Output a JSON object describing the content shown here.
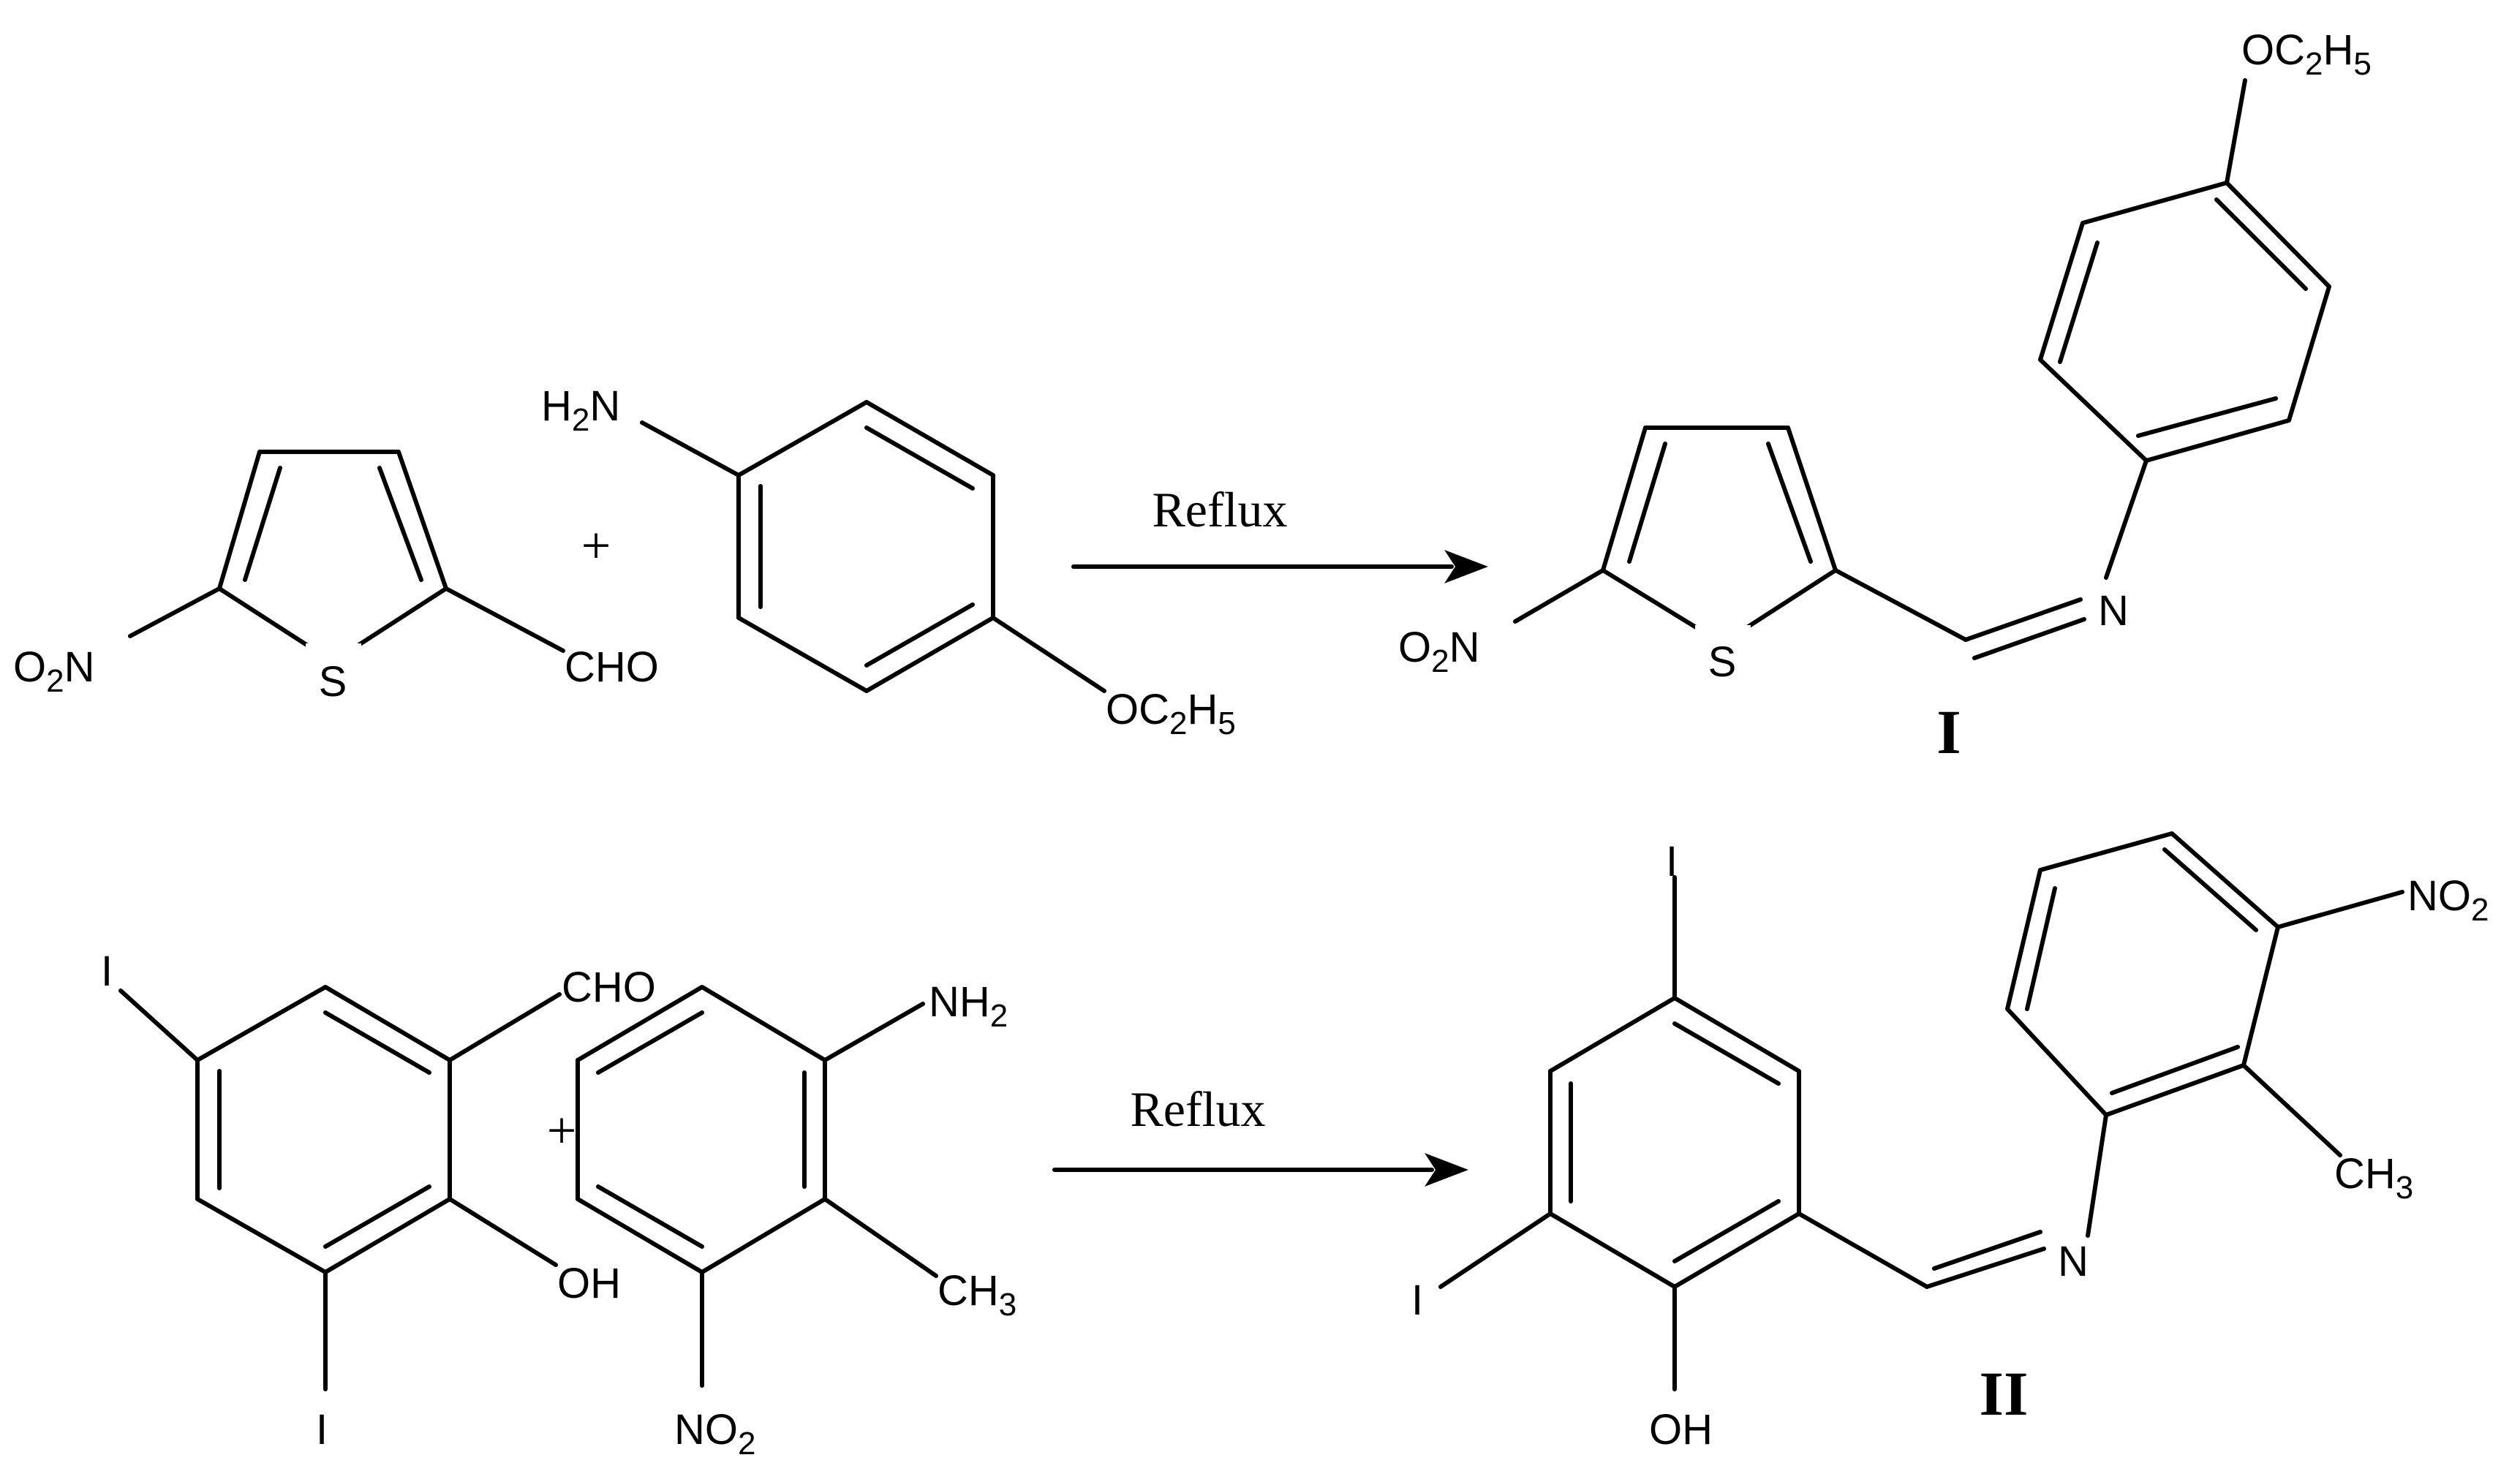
{
  "plus": "+",
  "reaction1": {
    "condition": "Reflux",
    "product_label": "I",
    "r1": {
      "nitro": [
        "O",
        "2",
        "N"
      ],
      "s": "S",
      "cho": "CHO"
    },
    "r2": {
      "amine": [
        "H",
        "2",
        "N"
      ],
      "ether": [
        "OC",
        "2",
        "H",
        "5"
      ]
    },
    "p": {
      "nitro": [
        "O",
        "2",
        "N"
      ],
      "s": "S",
      "n": "N",
      "ether": [
        "OC",
        "2",
        "H",
        "5"
      ]
    }
  },
  "reaction2": {
    "condition": "Reflux",
    "product_label": "II",
    "r1": {
      "i_top": "I",
      "cho": "CHO",
      "oh": "OH",
      "i_bottom": "I"
    },
    "r2": {
      "amine": [
        "NH",
        "2"
      ],
      "methyl": [
        "CH",
        "3"
      ],
      "nitro": [
        "NO",
        "2"
      ]
    },
    "p": {
      "i_top": "I",
      "i_left": "I",
      "oh": "OH",
      "n": "N",
      "nitro": [
        "NO",
        "2"
      ],
      "methyl": [
        "CH",
        "3"
      ]
    }
  }
}
